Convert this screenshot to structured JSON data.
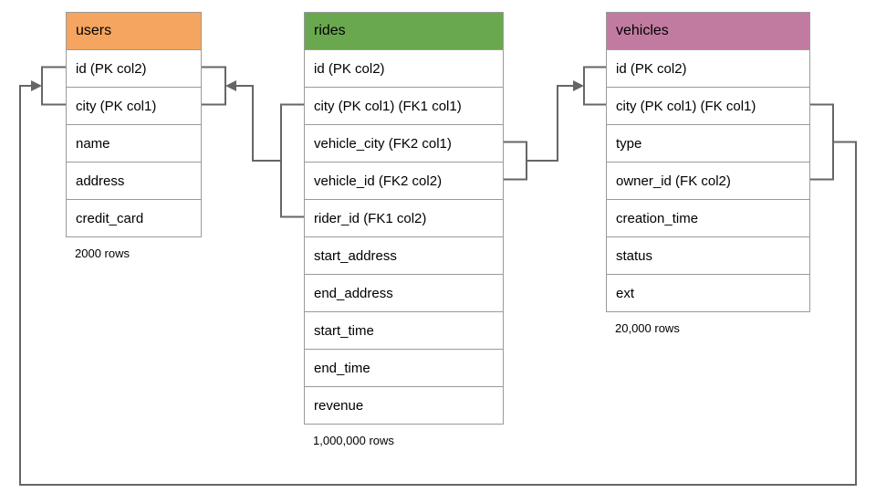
{
  "diagram": {
    "tables": [
      {
        "name": "users",
        "header_color": "#F5A55F",
        "rows": [
          "id (PK col2)",
          "city (PK col1)",
          "name",
          "address",
          "credit_card"
        ],
        "row_count_label": "2000 rows"
      },
      {
        "name": "rides",
        "header_color": "#6AA84F",
        "rows": [
          "id (PK col2)",
          "city (PK col1) (FK1 col1)",
          "vehicle_city (FK2 col1)",
          "vehicle_id (FK2 col2)",
          "rider_id (FK1 col2)",
          "start_address",
          "end_address",
          "start_time",
          "end_time",
          "revenue"
        ],
        "row_count_label": "1,000,000 rows"
      },
      {
        "name": "vehicles",
        "header_color": "#C27BA0",
        "rows": [
          "id (PK col2)",
          "city (PK col1) (FK col1)",
          "type",
          "owner_id (FK col2)",
          "creation_time",
          "status",
          "ext"
        ],
        "row_count_label": "20,000 rows"
      }
    ],
    "relationships": [
      {
        "from": "rides (city, rider_id) FK1",
        "to": "users (id, city) PK"
      },
      {
        "from": "rides (vehicle_city, vehicle_id) FK2",
        "to": "vehicles (id, city) PK"
      },
      {
        "from": "vehicles (city, owner_id) FK",
        "to": "users (id, city) PK"
      }
    ],
    "line_color": "#666666",
    "border_color": "#9a9a9a"
  }
}
